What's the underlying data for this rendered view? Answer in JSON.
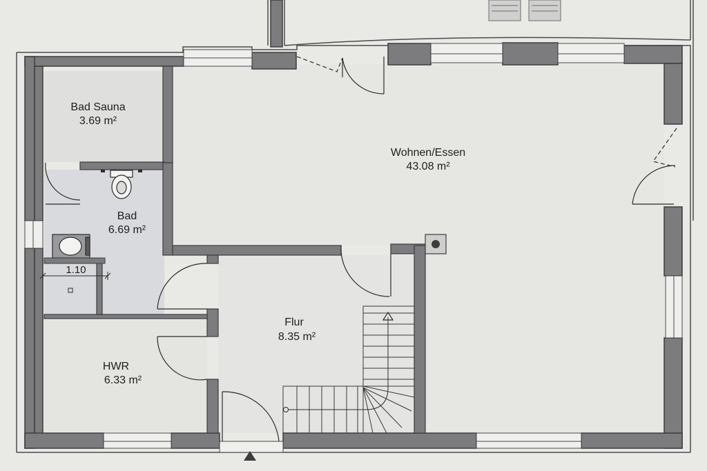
{
  "colors": {
    "paper": "#e9e9e6",
    "wall": "#7c7b7d",
    "wall_outline": "#3d3d3f",
    "bath_floor": "#d9dade",
    "line": "#2b2b2b"
  },
  "rooms": [
    {
      "id": "bad-sauna",
      "name": "Bad Sauna",
      "area": "3.69 m²"
    },
    {
      "id": "bad",
      "name": "Bad",
      "area": "6.69 m²"
    },
    {
      "id": "wohnen-essen",
      "name": "Wohnen/Essen",
      "area": "43.08 m²"
    },
    {
      "id": "flur",
      "name": "Flur",
      "area": "8.35 m²"
    },
    {
      "id": "hwr",
      "name": "HWR",
      "area": "6.33 m²"
    }
  ],
  "dimensions": [
    {
      "id": "shower-width",
      "value": "1.10"
    }
  ],
  "icons": [
    "toilet-icon",
    "sink-icon",
    "chimney-icon",
    "entrance-arrow-icon",
    "stair-arrow-icon",
    "shower-drain-icon"
  ]
}
